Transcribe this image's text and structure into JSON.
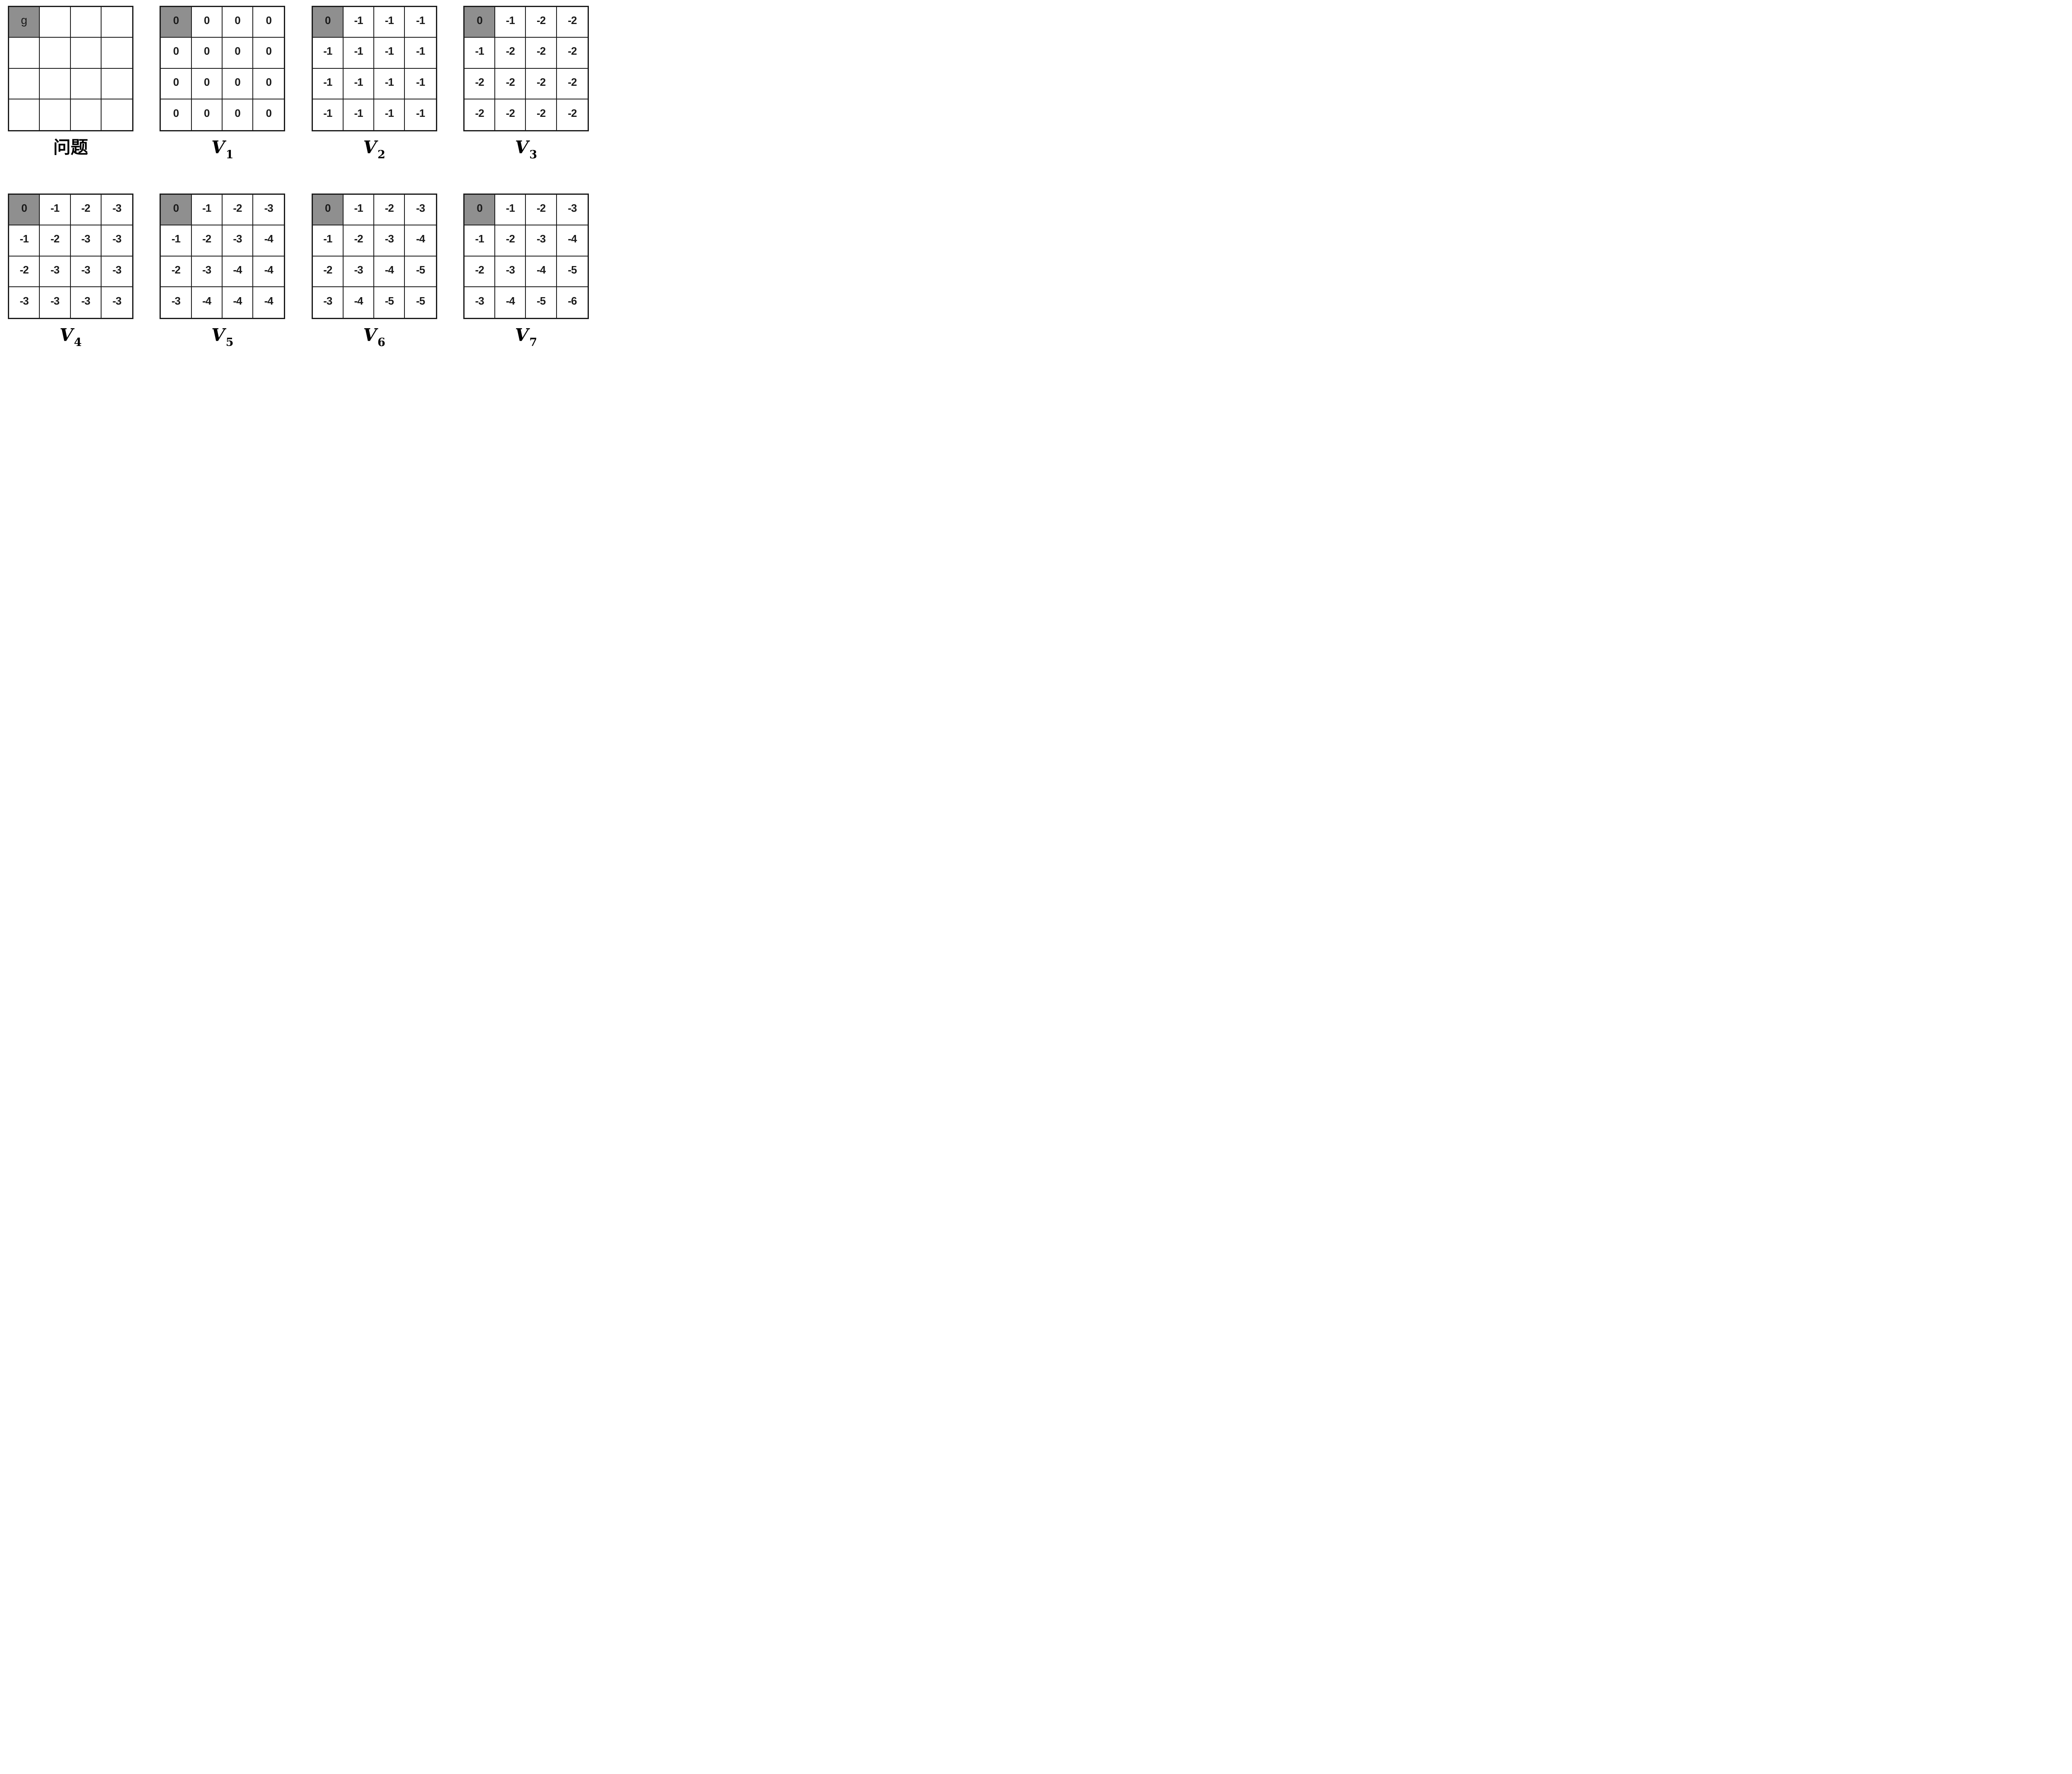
{
  "figure": {
    "description": "Value iteration on a 4x4 gridworld with goal cell g at the top-left corner",
    "colors": {
      "goal_bg": "#8f8f8f",
      "line": "#1a1a1a",
      "text": "#1a1a1a",
      "background": "#ffffff"
    },
    "goal_position": {
      "row": 0,
      "col": 0
    },
    "panels": [
      {
        "key": "problem",
        "caption": "问题",
        "caption_sub": "",
        "caption_italic": false,
        "rows": [
          [
            "g",
            "",
            "",
            ""
          ],
          [
            "",
            "",
            "",
            ""
          ],
          [
            "",
            "",
            "",
            ""
          ],
          [
            "",
            "",
            "",
            ""
          ]
        ]
      },
      {
        "key": "v1",
        "caption": "V",
        "caption_sub": "1",
        "caption_italic": true,
        "rows": [
          [
            "0",
            "0",
            "0",
            "0"
          ],
          [
            "0",
            "0",
            "0",
            "0"
          ],
          [
            "0",
            "0",
            "0",
            "0"
          ],
          [
            "0",
            "0",
            "0",
            "0"
          ]
        ]
      },
      {
        "key": "v2",
        "caption": "V",
        "caption_sub": "2",
        "caption_italic": true,
        "rows": [
          [
            "0",
            "-1",
            "-1",
            "-1"
          ],
          [
            "-1",
            "-1",
            "-1",
            "-1"
          ],
          [
            "-1",
            "-1",
            "-1",
            "-1"
          ],
          [
            "-1",
            "-1",
            "-1",
            "-1"
          ]
        ]
      },
      {
        "key": "v3",
        "caption": "V",
        "caption_sub": "3",
        "caption_italic": true,
        "rows": [
          [
            "0",
            "-1",
            "-2",
            "-2"
          ],
          [
            "-1",
            "-2",
            "-2",
            "-2"
          ],
          [
            "-2",
            "-2",
            "-2",
            "-2"
          ],
          [
            "-2",
            "-2",
            "-2",
            "-2"
          ]
        ]
      },
      {
        "key": "v4",
        "caption": "V",
        "caption_sub": "4",
        "caption_italic": true,
        "rows": [
          [
            "0",
            "-1",
            "-2",
            "-3"
          ],
          [
            "-1",
            "-2",
            "-3",
            "-3"
          ],
          [
            "-2",
            "-3",
            "-3",
            "-3"
          ],
          [
            "-3",
            "-3",
            "-3",
            "-3"
          ]
        ]
      },
      {
        "key": "v5",
        "caption": "V",
        "caption_sub": "5",
        "caption_italic": true,
        "rows": [
          [
            "0",
            "-1",
            "-2",
            "-3"
          ],
          [
            "-1",
            "-2",
            "-3",
            "-4"
          ],
          [
            "-2",
            "-3",
            "-4",
            "-4"
          ],
          [
            "-3",
            "-4",
            "-4",
            "-4"
          ]
        ]
      },
      {
        "key": "v6",
        "caption": "V",
        "caption_sub": "6",
        "caption_italic": true,
        "rows": [
          [
            "0",
            "-1",
            "-2",
            "-3"
          ],
          [
            "-1",
            "-2",
            "-3",
            "-4"
          ],
          [
            "-2",
            "-3",
            "-4",
            "-5"
          ],
          [
            "-3",
            "-4",
            "-5",
            "-5"
          ]
        ]
      },
      {
        "key": "v7",
        "caption": "V",
        "caption_sub": "7",
        "caption_italic": true,
        "rows": [
          [
            "0",
            "-1",
            "-2",
            "-3"
          ],
          [
            "-1",
            "-2",
            "-3",
            "-4"
          ],
          [
            "-2",
            "-3",
            "-4",
            "-5"
          ],
          [
            "-3",
            "-4",
            "-5",
            "-6"
          ]
        ]
      }
    ]
  }
}
